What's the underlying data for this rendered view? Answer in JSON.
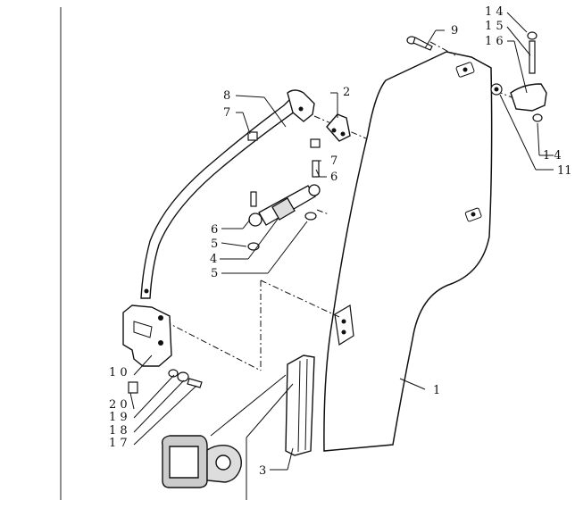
{
  "callouts": {
    "c1": "1",
    "c2": "2",
    "c3": "3",
    "c4": "4",
    "c5a": "5",
    "c5b": "5",
    "c6a": "6",
    "c6b": "6",
    "c7a": "7",
    "c7b": "7",
    "c8": "8",
    "c9": "9",
    "c10": "1 0",
    "c11": "11",
    "c14a": "1 4",
    "c14b": "1 4",
    "c15": "1 5",
    "c16": "1 6",
    "c17": "1 7",
    "c18": "1 8",
    "c19": "1 9",
    "c20": "2 0"
  }
}
